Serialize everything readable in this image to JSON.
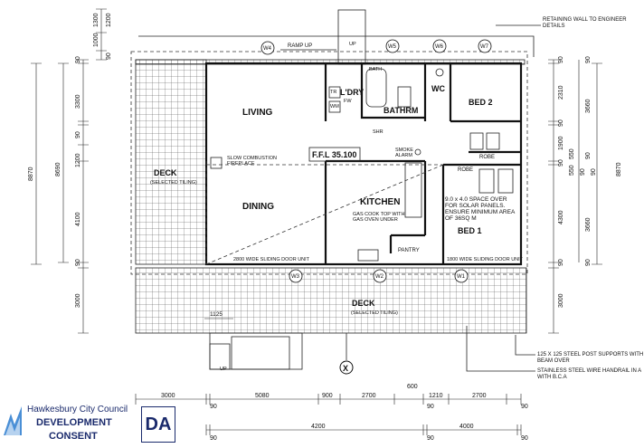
{
  "rooms": {
    "living": "LIVING",
    "dining": "DINING",
    "kitchen": "KITCHEN",
    "laundry": "L'DRY",
    "bathroom": "BATHRM",
    "wc": "WC",
    "bed2": "BED 2",
    "bed1": "BED 1",
    "robe_upper": "ROBE",
    "robe_lower": "ROBE",
    "pantry": "PANTRY",
    "deck_left": "DECK",
    "deck_left_note": "(SELECTED TILING)",
    "deck_bottom": "DECK",
    "deck_bottom_note": "(SELECTED TILING)"
  },
  "labels": {
    "ffl": "F.F.L 35.100",
    "ramp": "RAMP UP",
    "stair_up_top": "UP",
    "stair_up_bottom": "UP",
    "fireplace_1": "SLOW COMBUSTION",
    "fireplace_2": "FIREPLACE",
    "smoke_1": "SMOKE",
    "smoke_2": "ALARM",
    "cooktop_1": "GAS COOK TOP WITH",
    "cooktop_2": "GAS OVEN UNDER",
    "solar_1": "9.0 x 4.0 SPACE OVER",
    "solar_2": "FOR SOLAR PANELS.",
    "solar_3": "ENSURE MINIMUM AREA",
    "solar_4": "OF 36SQ M",
    "door_left": "2800 WIDE SLIDING DOOR UNIT",
    "door_right": "1800 WIDE SLIDING DOOR UNIT",
    "bath": "BATH",
    "tr": "TR",
    "fw": "FW",
    "wm": "WM",
    "shr": "SHR",
    "dim_1125": "1125",
    "section_marker": "X"
  },
  "annotations": {
    "retaining_1": "RETAINING WALL TO ENGINEER",
    "retaining_2": "DETAILS",
    "post_1": "125 X 125 STEEL POST SUPPORTS WITH",
    "post_2": "BEAM OVER",
    "handrail_1": "STAINLESS STEEL WIRE HANDRAIL IN A",
    "handrail_2": "WITH B.C.A"
  },
  "windows": [
    "W4",
    "W5",
    "W6",
    "W7",
    "W3",
    "W2",
    "W1"
  ],
  "dims_left": {
    "top_a": "1300",
    "top_b": "1200",
    "top_c": "1000",
    "top_d": "90",
    "a1": "90",
    "a2": "3300",
    "a3": "90",
    "a4": "1200",
    "a5": "4100",
    "a6": "90",
    "a7": "3000",
    "overall_outer": "8870",
    "overall_inner": "8690"
  },
  "dims_right": {
    "r1": "90",
    "r2": "2310",
    "r3": "90",
    "r4": "1900",
    "r5": "550",
    "r6": "550",
    "r7": "90",
    "r8": "90",
    "r9": "4300",
    "r10": "90",
    "r11": "3000",
    "mid_a": "90",
    "mid_b": "3660",
    "mid_c": "90",
    "mid_d": "90",
    "mid_e": "3660",
    "mid_f": "90",
    "overall": "8870"
  },
  "dims_bottom": {
    "b1": "3000",
    "b2": "90",
    "b3": "5080",
    "b4": "900",
    "b5": "2700",
    "b6": "600",
    "b7": "1210",
    "b8": "2700",
    "b9": "90",
    "b10": "90",
    "c1": "90",
    "c2": "4200",
    "c3": "90",
    "c4": "4000",
    "c5": "90"
  },
  "council": {
    "name": "Hawkesbury City Council",
    "line1": "DEVELOPMENT",
    "line2": "CONSENT",
    "badge": "DA"
  },
  "colors": {
    "ink": "#111111",
    "council_blue": "#1a2a6c",
    "logo_blue": "#4a8fd6"
  }
}
